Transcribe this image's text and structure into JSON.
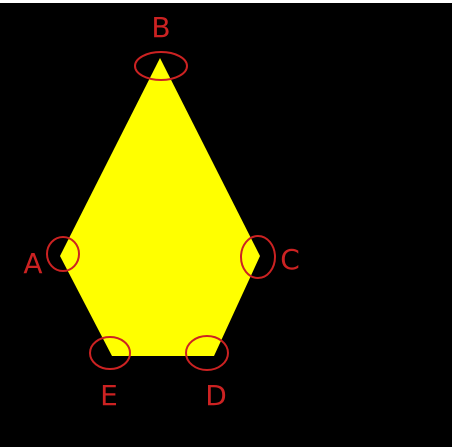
{
  "colors": {
    "background": "#000000",
    "shape_fill": "#ffff00",
    "marker": "#cc2222"
  },
  "vertices": {
    "a": "A",
    "b": "B",
    "c": "C",
    "d": "D",
    "e": "E"
  }
}
